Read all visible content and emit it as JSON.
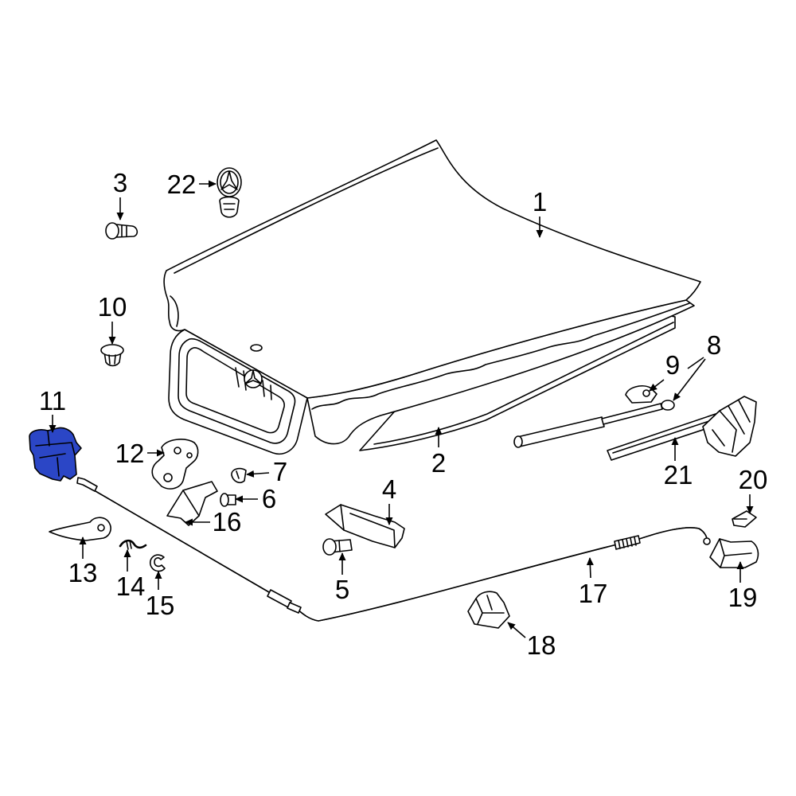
{
  "callouts": [
    "1",
    "2",
    "3",
    "4",
    "5",
    "6",
    "7",
    "8",
    "9",
    "10",
    "11",
    "12",
    "13",
    "14",
    "15",
    "16",
    "17",
    "18",
    "19",
    "20",
    "21",
    "22"
  ],
  "colors": {
    "background": "#ffffff",
    "line": "#000000",
    "highlight": "#2b46c6"
  }
}
